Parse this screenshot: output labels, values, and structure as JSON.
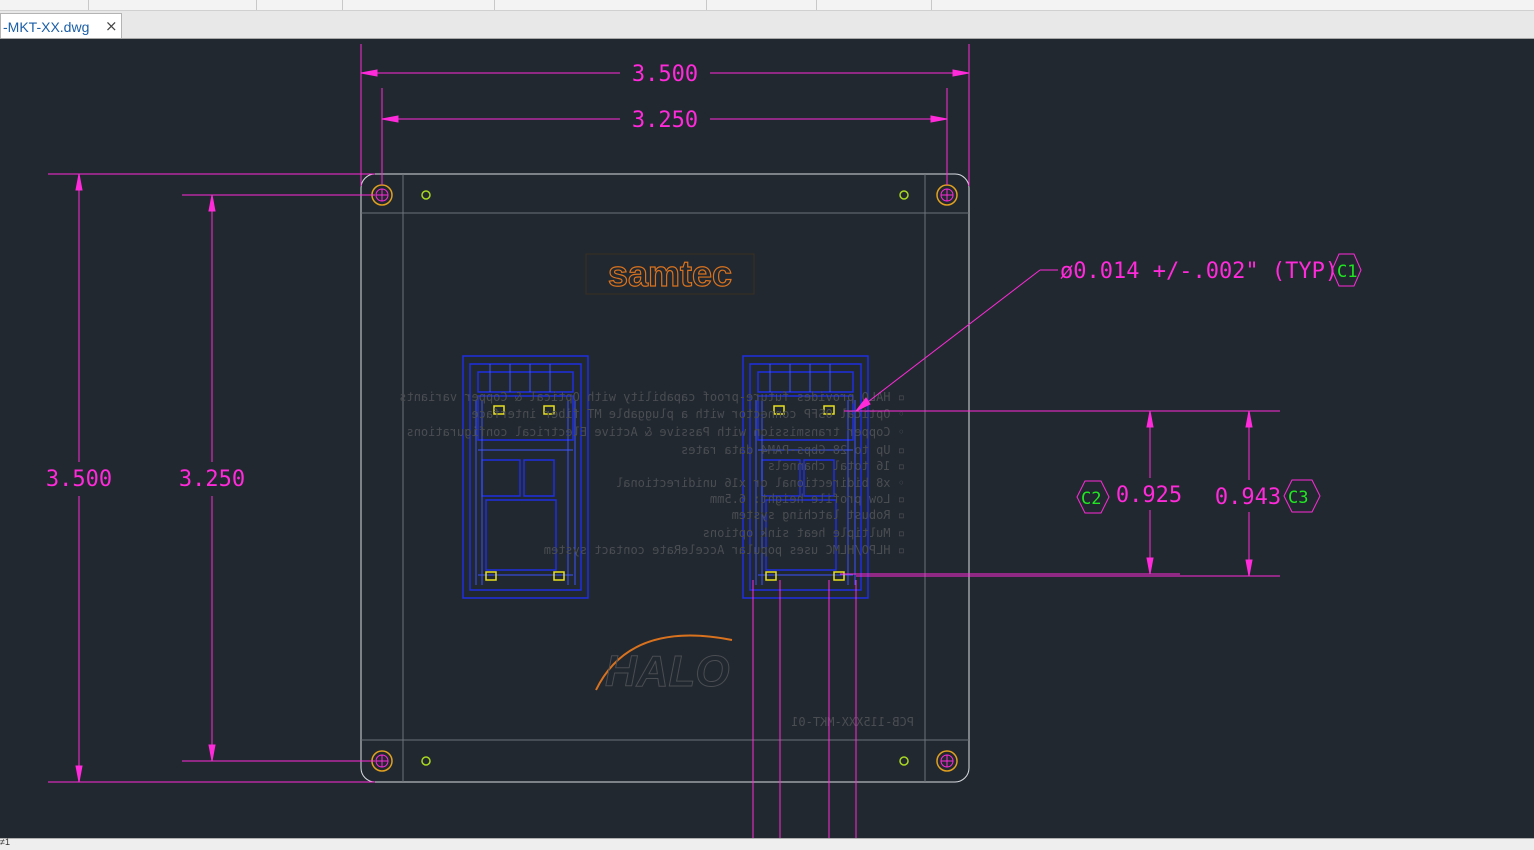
{
  "tabs": {
    "active_file": "-MKT-XX.dwg",
    "close_glyph": "×"
  },
  "status": {
    "text": "≠1"
  },
  "colors": {
    "background": "#212830",
    "dimension": "#ff2ad9",
    "outline": "#d9dde2",
    "callout": "#21e621",
    "logo": "#d9721e",
    "connector": "#1f2fe0"
  },
  "drawing": {
    "dimensions": {
      "overall_width": "3.500",
      "hole_spacing_x": "3.250",
      "overall_height": "3.500",
      "hole_spacing_y": "3.250",
      "dim_c2": "0.925",
      "dim_c3": "0.943"
    },
    "hole_note": "ø0.014 +/-.002\" (TYP)",
    "callouts": {
      "c1": "C1",
      "c2": "C2",
      "c3": "C3"
    },
    "logos": {
      "brand": "samtec",
      "product": "HALO"
    },
    "body_text": [
      "▫ HALO provides future-proof capability with Optical & Copper variants",
      "  ◦ Optical OSFP connector with a pluggable MT fiber interface",
      "  ◦ Copper transmission with Passive & Active Electrical configurations",
      "▫ Up to 28 Gbps-PAM4 data rates",
      "▫ 16 total channels",
      "  ◦ x8 bidirectional or x16 unidirectional",
      "▫ Low profile height: 6.5mm",
      "▫ Robust latching system",
      "▫ Multiple heat sink options",
      "▫ HLPO/HLMC uses popular AcceleRate contact system"
    ],
    "part_number": "PCB-115XXX-MKT-01"
  }
}
